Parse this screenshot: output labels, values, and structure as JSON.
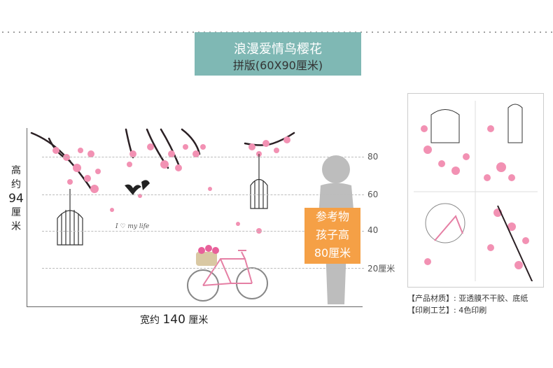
{
  "title": {
    "line1": "浪漫爱情鸟樱花",
    "line2": "拼版(60X90厘米)"
  },
  "height_label": {
    "prefix": "高约",
    "value": "94",
    "unit": "厘米"
  },
  "width_label": {
    "prefix": "宽约",
    "value": "140",
    "unit": "厘米"
  },
  "ruler_ticks": [
    "80",
    "60",
    "40",
    "20厘米"
  ],
  "reference_badge": [
    "参考物",
    "孩子高",
    "80厘米"
  ],
  "decal_text": "I ♡ my life",
  "product_info": [
    "【产品材质】: 亚透膜不干胶、底纸",
    "【印刷工艺】: 4色印刷"
  ],
  "colors": {
    "title_bg": "#7fb8b4",
    "badge_bg": "#f5a046",
    "blossom": "#f291b3",
    "branch": "#2b2024"
  }
}
